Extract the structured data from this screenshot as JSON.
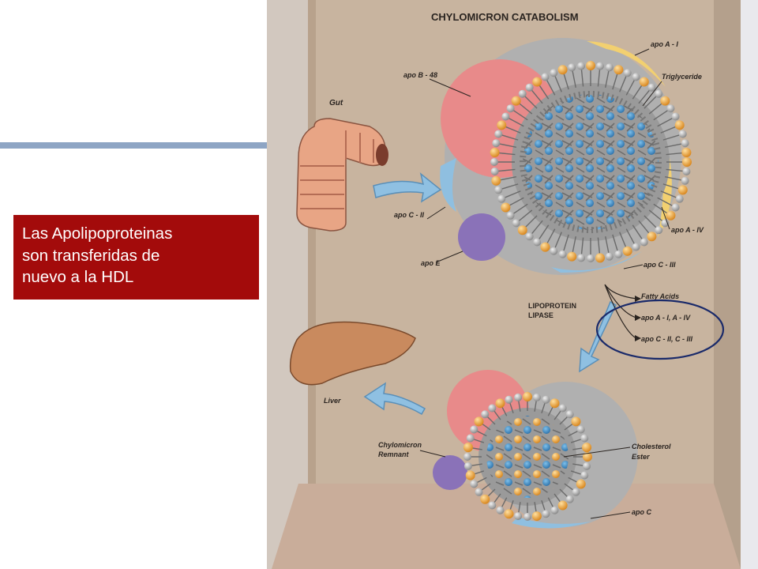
{
  "callout": {
    "lines": [
      "Las Apolipoproteinas",
      "son transferidas de",
      "nuevo a la HDL"
    ],
    "color": "#a30b0b"
  },
  "figure": {
    "title": "CHYLOMICRON CATABOLISM",
    "labels": {
      "apo_a1": "apo A - I",
      "triglyceride": "Triglyceride",
      "apo_b48": "apo B - 48",
      "gut": "Gut",
      "apo_c2": "apo C - II",
      "apo_a4": "apo A - IV",
      "apo_e": "apo E",
      "apo_c3": "apo C - III",
      "fatty_acids": "Fatty Acids",
      "lipoprotein_lipase": [
        "LIPOPROTEIN",
        "LIPASE"
      ],
      "released_a": "apo A - I, A - IV",
      "released_c": "apo C - II, C - III",
      "liver": "Liver",
      "chylomicron_remnant": [
        "Chylomicron",
        "Remnant"
      ],
      "cholesterol_ester": [
        "Cholesterol",
        "Ester"
      ],
      "apo_c": "apo C"
    },
    "colors": {
      "board": "#c8b49f",
      "apo_b48": "#e88a8a",
      "apo_c2": "#8fbfe0",
      "apo_e": "#8a72b8",
      "apo_a1": "#f2d070",
      "triglyceride": "#3f8ec8",
      "phospholipid": "#f0a640",
      "cholesterol_ester": "#f0a640",
      "organ": "#c98a5e",
      "highlight_ring": "#1a2a6a"
    }
  }
}
